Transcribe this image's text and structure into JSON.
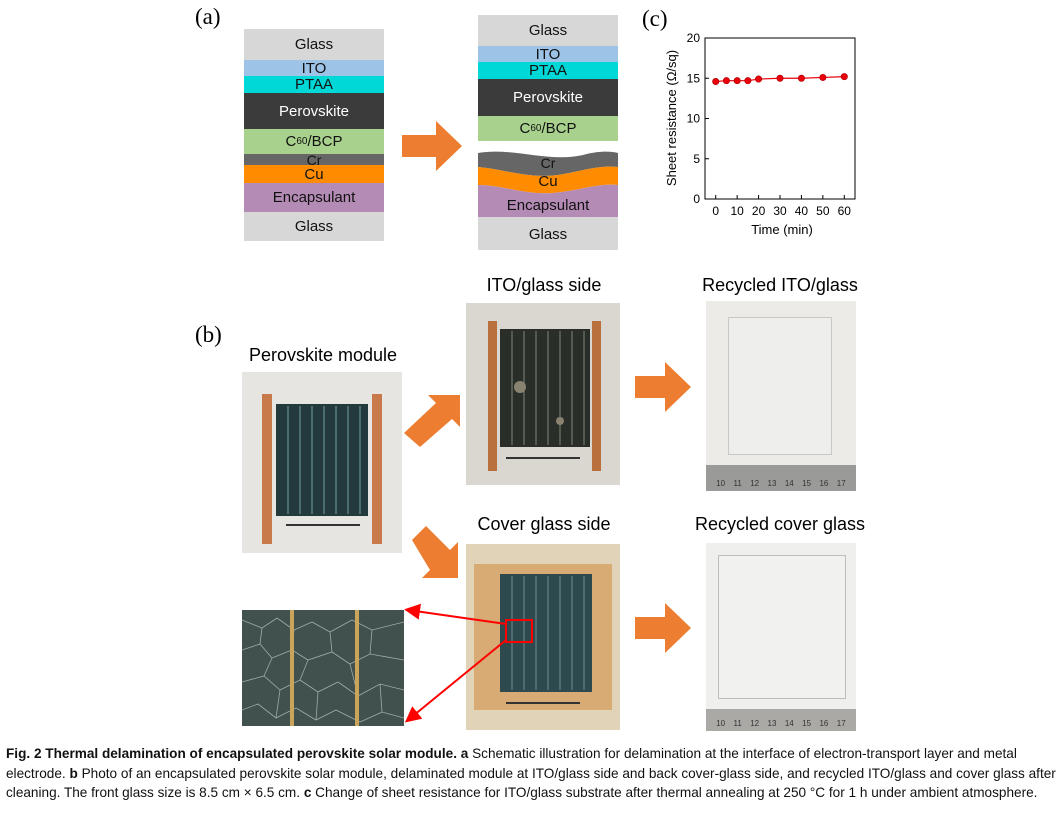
{
  "panels": {
    "a": "(a)",
    "b": "(b)",
    "c": "(c)"
  },
  "stack_left": {
    "glass_top": "Glass",
    "ito": "ITO",
    "ptaa": "PTAA",
    "perovskite": "Perovskite",
    "c60": "C",
    "c60_sub": "60",
    "bcp": "/BCP",
    "cr": "Cr",
    "cu": "Cu",
    "encapsulant": "Encapsulant",
    "glass_bottom": "Glass"
  },
  "stack_right": {
    "glass_top": "Glass",
    "ito": "ITO",
    "ptaa": "PTAA",
    "perovskite": "Perovskite",
    "c60": "C",
    "c60_sub": "60",
    "bcp": "/BCP",
    "cr": "Cr",
    "cu": "Cu",
    "encapsulant": "Encapsulant",
    "glass_bottom": "Glass"
  },
  "colors": {
    "glass": "#d7d7d7",
    "ito": "#9dc3e6",
    "ptaa": "#00d8d8",
    "perovskite": "#3b3b3b",
    "c60": "#a9d18e",
    "cr": "#666666",
    "cu": "#ff8c00",
    "encapsulant": "#b48bb4",
    "arrow": "#ed7d31",
    "red_marker": "#ff0000",
    "data_red": "#e8000b"
  },
  "photo_titles": {
    "perovskite_module": "Perovskite module",
    "ito_glass_side": "ITO/glass side",
    "recycled_ito": "Recycled ITO/glass",
    "cover_glass_side": "Cover glass side",
    "recycled_cover": "Recycled cover glass"
  },
  "ruler_numbers": [
    "10",
    "11",
    "12",
    "13",
    "14",
    "15",
    "16",
    "17"
  ],
  "chart_data": {
    "type": "line",
    "x": [
      0,
      5,
      10,
      15,
      20,
      30,
      40,
      50,
      60
    ],
    "series": [
      {
        "values": [
          14.6,
          14.7,
          14.7,
          14.7,
          14.9,
          15.0,
          15.0,
          15.1,
          15.2
        ]
      }
    ],
    "xlabel": "Time (min)",
    "ylabel": "Sheet resistance (Ω/sq)",
    "xlim": [
      -5,
      65
    ],
    "ylim": [
      0,
      20
    ],
    "xticks": [
      0,
      10,
      20,
      30,
      40,
      50,
      60
    ],
    "yticks": [
      0,
      5,
      10,
      15,
      20
    ],
    "grid": false,
    "legend": "none"
  },
  "caption": {
    "fig_label": "Fig. 2",
    "fig_title": "Thermal delamination of encapsulated perovskite solar module.",
    "a_label": "a",
    "a_text": "Schematic illustration for delamination at the interface of electron-transport layer and metal electrode.",
    "b_label": "b",
    "b_text": "Photo of an encapsulated perovskite solar module, delaminated module at ITO/glass side and back cover-glass side, and recycled ITO/glass and cover glass after cleaning. The front glass size is 8.5 cm × 6.5 cm.",
    "c_label": "c",
    "c_text": "Change of sheet resistance for ITO/glass substrate after thermal annealing at 250 °C for 1 h under ambient atmosphere."
  }
}
